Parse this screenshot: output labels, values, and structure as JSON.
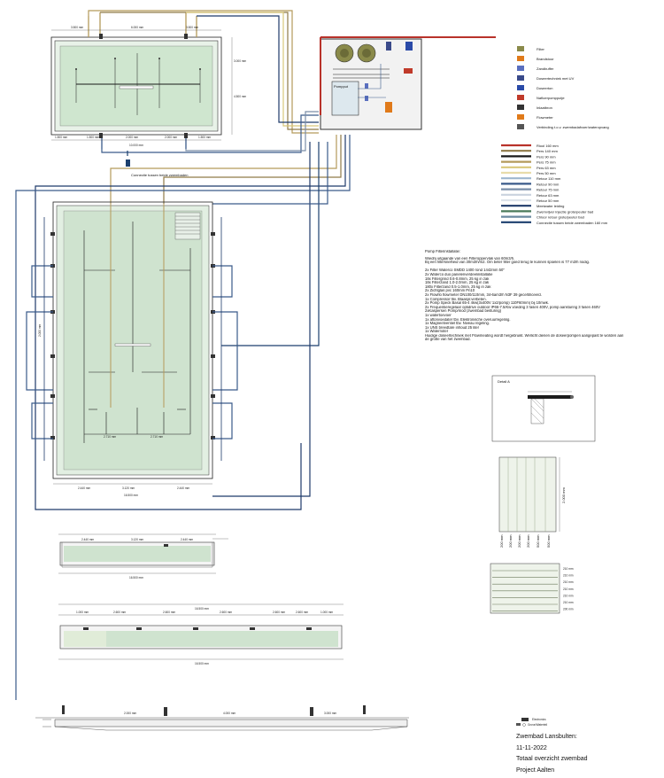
{
  "legend": {
    "symbols": [
      {
        "label": "Filter",
        "color": "#8a8a4a"
      },
      {
        "label": "Brandstoor",
        "color": "#e07a1a"
      },
      {
        "label": "Zandbuffer",
        "color": "#5a6fbf"
      },
      {
        "label": "Doseertechniek met UV",
        "color": "#3a4a8a"
      },
      {
        "label": "Doseerton",
        "color": "#2a4aa8"
      },
      {
        "label": "Nafloerpompputje",
        "color": "#c03a2a"
      },
      {
        "label": "Inlaatbron",
        "color": "#333333"
      },
      {
        "label": "Flowmeter",
        "color": "#e07a1a"
      },
      {
        "label": "Verbinding t.o.v. zwembadafvoer/wateropvang",
        "color": "#555555"
      }
    ],
    "lines": [
      {
        "label": "Riool 160 mm",
        "color": "#b8322a"
      },
      {
        "label": "Pers 140 mm",
        "color": "#8f7a48"
      },
      {
        "label": "Pers 90 mm",
        "color": "#1a1a1a"
      },
      {
        "label": "Pers 75 mm",
        "color": "#b49a5a"
      },
      {
        "label": "Pers 63 mm",
        "color": "#d9c87a"
      },
      {
        "label": "Pers 50 mm",
        "color": "#e8dcaa"
      },
      {
        "label": "Retour 110 mm",
        "color": "#9fb7cf"
      },
      {
        "label": "Retour 90 mm",
        "color": "#3a5a8a"
      },
      {
        "label": "Retour 75 mm",
        "color": "#7a8ea8"
      },
      {
        "label": "Retour 63 mm",
        "color": "#c9d3de"
      },
      {
        "label": "Retour 50 mm",
        "color": "#dde3ea"
      },
      {
        "label": "Meetwater leiding",
        "color": "#1e3a6a"
      },
      {
        "label": "Zwemvijver injectie grote/peuter bad",
        "color": "#4a7a5a"
      },
      {
        "label": "Chloor retour grote/peuter bad",
        "color": "#6a8aa0"
      },
      {
        "label": "Connectie tussen beide zwembaden 160 mm",
        "color": "#1c3f6e"
      }
    ]
  },
  "pump_notes": {
    "heading": "Pomp Filterinstallatie:",
    "lines": [
      "Wiedrij uitgaande van een Filteroppervlak van 60m3/h.",
      "Bij een filtersnelheid van 30m3/h/m2. Om beter filter goed terug te kunnen spoelen is 77 m3/h nodig.",
      "",
      "2x Filter Waterco SMDD 1400 rond 1442mm 50\"",
      "2x Waterco duo panelenverdeelinstallatie",
      "18x Filtergrind 0.6-0.8mm, 25 kg in zak",
      "18x Filterzand 1.0-2.0mm, 25 kg in zak",
      "180x Filterzand 0.5-1.0mm, 25 kg in zak",
      "2x Zichtglas pvc 160mm Pn10",
      "2x Flowflo flowmeter DN100/110mm, 34-6am3/h N3F 39 gecertificeerd.",
      "1x Compressor tbv. Blaaspr.verbeten.",
      "2x Pomp Speck Basal 65-4 4kw(3x400V 1x2/pomp) 110F60mm) bij 10mwk.",
      "2x Frequentieregelaar optidrive outdoor IP66-7.5/Kw voeding 3 fasen 400V, pomp aansturing 3 fasen 460V",
      "2xKaspersen Pomp/mod (zwembad besturing)",
      "1x watertoevoer",
      "1x aftonvoedater tbv. Elektronische overuurregeling.",
      "1x Magneetventiel tbv. Niveau regeling.",
      "1x UNS breedtare inhoud 25 liter",
      "1x Waternoter",
      "Huidige doseertechniek met Flowmeating wordt hergebruikt. Wellicht dienen de doseerpompen aangepast te worden aan",
      "de grotte van het zwembad."
    ]
  },
  "upper_pool": {
    "dims_top": [
      "3.500 mm",
      "6.000 mm",
      "3.500 mm"
    ],
    "dims_bottom": [
      "1.500 mm",
      "1.500 mm",
      "2.000 mm",
      "2.000 mm",
      "1.500 mm"
    ],
    "dim_total": "10.000 mm",
    "dim_right": [
      "3.000 mm",
      "4.500 mm"
    ],
    "connection_label": "Connectie tussen beide zwembaden"
  },
  "lower_pool": {
    "dims_bottom": [
      "2.440 mm",
      "3.120 mm",
      "2.440 mm"
    ],
    "dim_total": "16.500 mm",
    "inner": [
      "2.710 mm",
      "2.710 mm",
      "2.000 mm"
    ],
    "dim_left": "2.000 mm"
  },
  "pump_room": {
    "label": "Pompput"
  },
  "detail_a": {
    "title": "Detail A"
  },
  "stacked_detail": {
    "widths": [
      "200 mm",
      "200 mm",
      "200 mm",
      "200 mm",
      "500 mm",
      "500 mm"
    ],
    "height": "2.000 mm"
  },
  "step_detail": {
    "rows": [
      "210 mm",
      "210 mm",
      "210 mm",
      "210 mm",
      "210 mm",
      "210 mm",
      "200 mm"
    ]
  },
  "sections": {
    "s1": {
      "dims": [
        "2.440 mm",
        "3.120 mm",
        "2.440 mm"
      ],
      "total": "16.500 mm"
    },
    "s2": {
      "dims": [
        "1.000 mm",
        "2.600 mm",
        "2.600 mm",
        "2.600 mm",
        "2.600 mm",
        "2.600 mm",
        "1.000 mm"
      ],
      "total": "16.500 mm",
      "top": "16.500 mm"
    },
    "s3": {
      "dims": [
        "2.000 mm",
        "4.000 mm",
        "3.000 mm"
      ]
    }
  },
  "title_block": {
    "legend_small": [
      "Electronics",
      "Grove/Waterteil"
    ],
    "line1": "Zwembad Lansbulten:",
    "line2": "11-11-2022",
    "line3": "Totaal overzicht zwembad",
    "line4": "Project Aalten"
  }
}
